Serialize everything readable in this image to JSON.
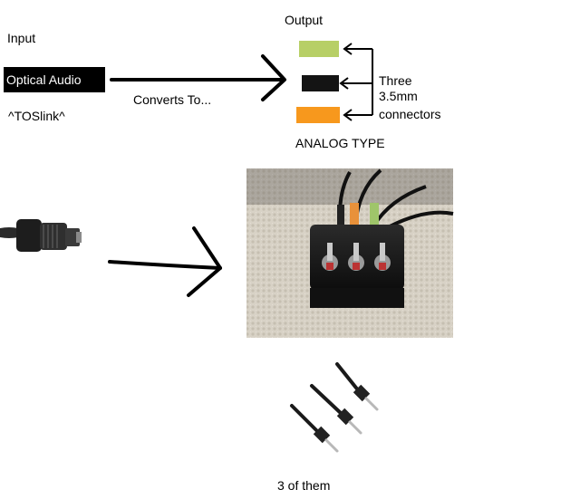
{
  "labels": {
    "input": "Input",
    "output": "Output",
    "optical_audio": "Optical Audio",
    "toslink": "^TOSlink^",
    "converts_to": "Converts To...",
    "three_line1": "Three",
    "three_line2": "3.5mm",
    "three_line3": "connectors",
    "analog_type": "ANALOG TYPE",
    "three_of_them": "3 of them"
  },
  "colors": {
    "green_connector": "#b7cf66",
    "black_connector": "#141414",
    "orange_connector": "#f7981d",
    "carpet": "#d8d2c6"
  },
  "icons": {
    "toslink_plug": "toslink-plug-icon",
    "converter_box": "converter-box-photo",
    "audio_cables": "audio-cables-photo"
  }
}
